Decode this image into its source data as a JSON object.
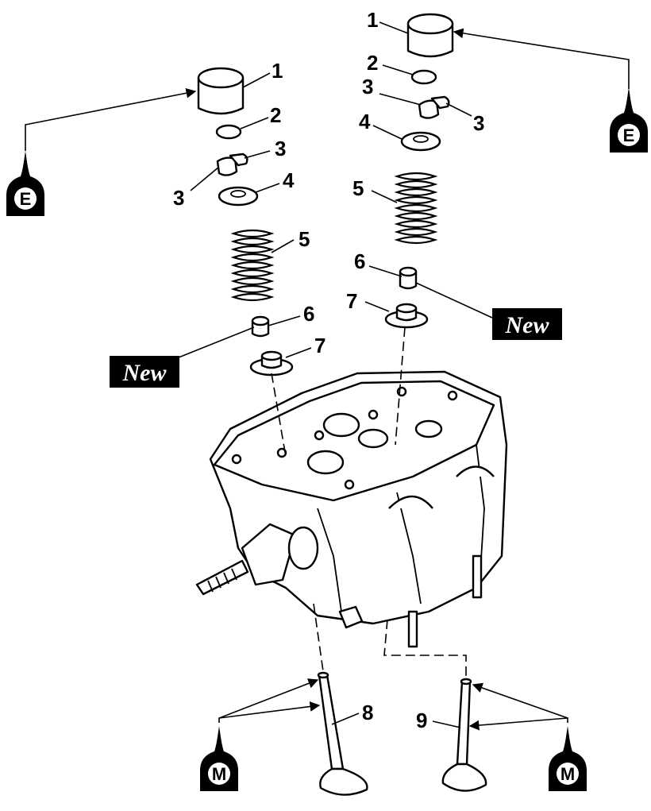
{
  "callouts": {
    "left": {
      "c1": "1",
      "c2": "2",
      "c3a": "3",
      "c3b": "3",
      "c4": "4",
      "c5": "5",
      "c6": "6",
      "c7": "7"
    },
    "right": {
      "c1": "1",
      "c2": "2",
      "c3a": "3",
      "c3b": "3",
      "c4": "4",
      "c5": "5",
      "c6": "6",
      "c7": "7"
    },
    "valve_left": "8",
    "valve_right": "9"
  },
  "new_badges": {
    "left": "New",
    "right": "New"
  },
  "oil_symbols": {
    "engine_oil": "E",
    "molybdenum_oil": "M"
  },
  "colors": {
    "ink": "#000000",
    "paper": "#ffffff"
  }
}
